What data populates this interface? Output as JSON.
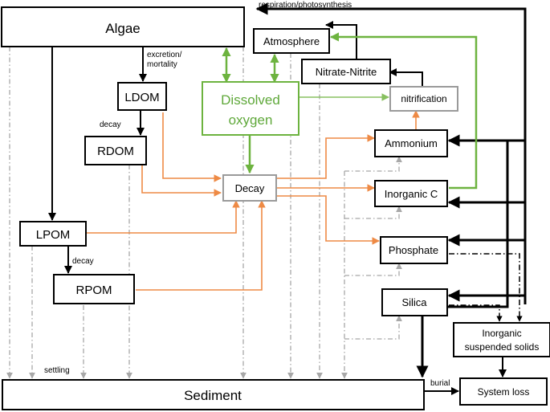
{
  "nodes": {
    "algae": "Algae",
    "atmosphere": "Atmosphere",
    "nitrate_nitrite": "Nitrate-Nitrite",
    "ldom": "LDOM",
    "dissolved_oxygen_line1": "Dissolved",
    "dissolved_oxygen_line2": "oxygen",
    "nitrification": "nitrification",
    "rdom": "RDOM",
    "ammonium": "Ammonium",
    "decay": "Decay",
    "inorganic_c": "Inorganic C",
    "lpom": "LPOM",
    "phosphate": "Phosphate",
    "rpom": "RPOM",
    "silica": "Silica",
    "iss_line1": "Inorganic",
    "iss_line2": "suspended solids",
    "sediment": "Sediment",
    "system_loss": "System loss"
  },
  "labels": {
    "respiration_photosynthesis": "respiration/photosynthesis",
    "excretion_line1": "excretion/",
    "excretion_line2": "mortality",
    "decay_ldom_rdom": "decay",
    "decay_lpom_rpom": "decay",
    "settling": "settling",
    "burial": "burial"
  },
  "colors": {
    "black_flow": "#000000",
    "decay_flow": "#ee8a45",
    "oxygen_flow": "#6db33f",
    "settling_flow": "#a8a8a8"
  }
}
